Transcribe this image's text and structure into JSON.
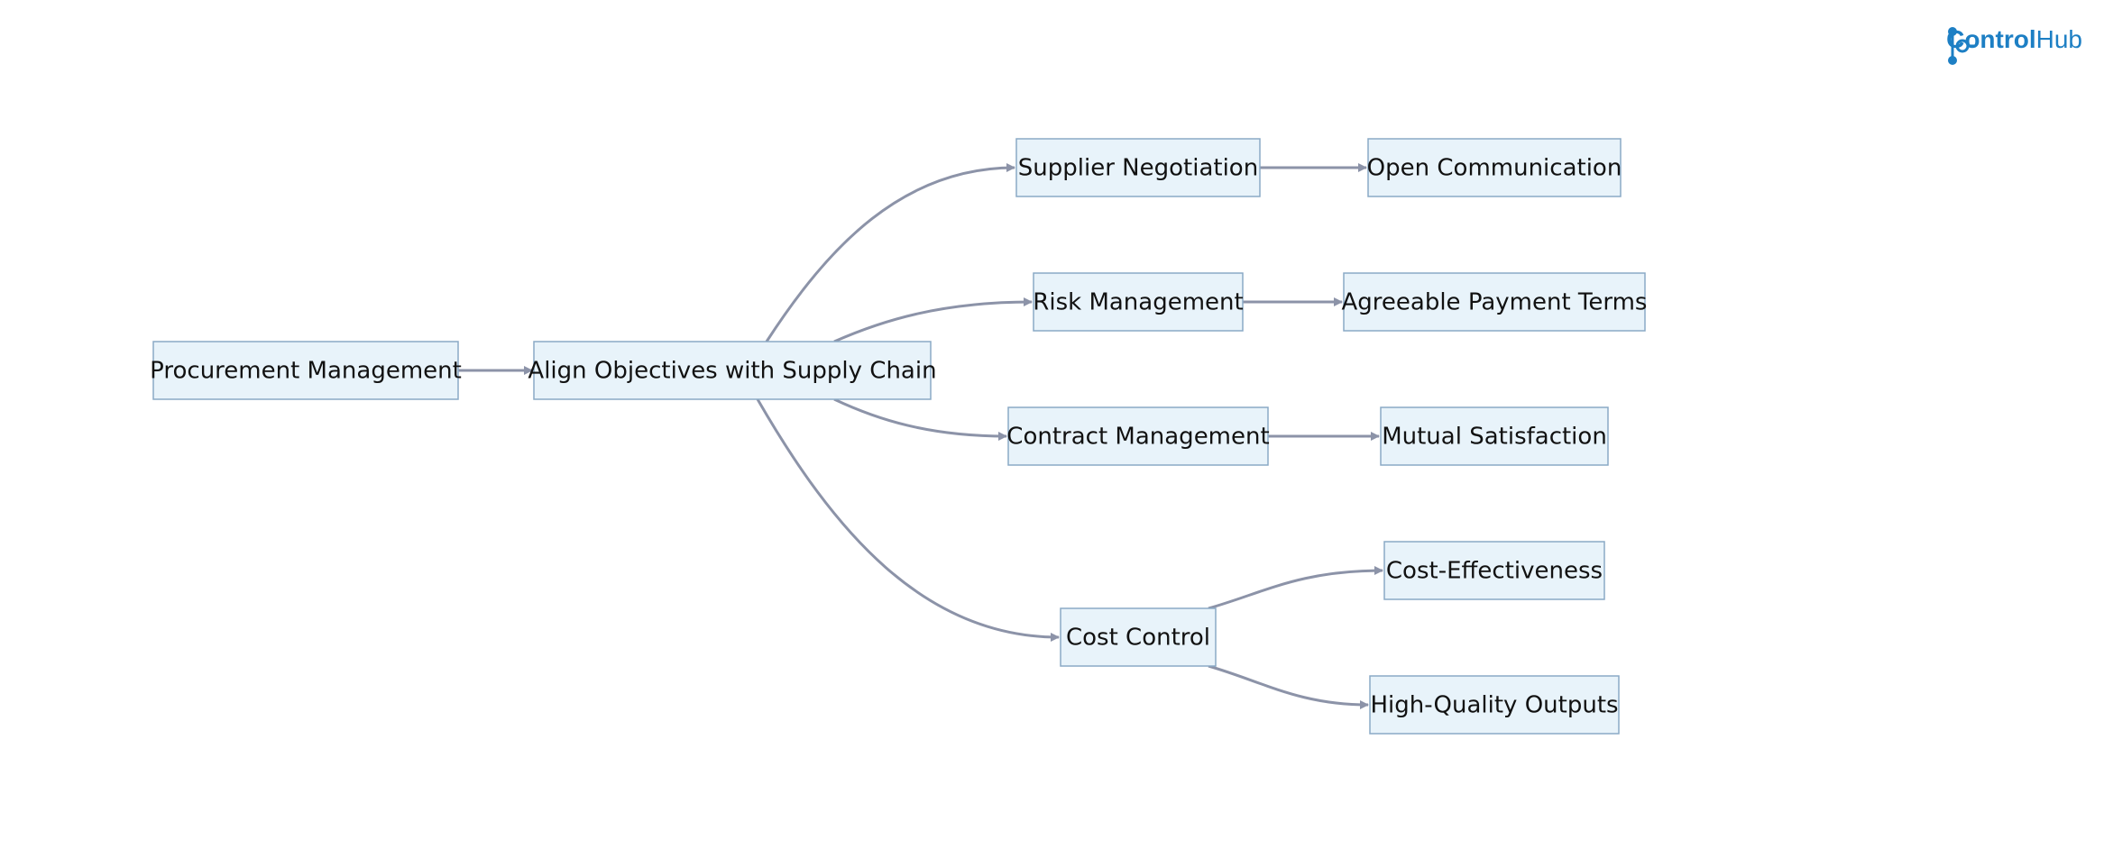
{
  "logo": {
    "part1": "Control",
    "part2": "Hub",
    "icon": "network-hub-icon"
  },
  "colors": {
    "node_fill": "#e8f3fa",
    "node_stroke": "#8aaac6",
    "edge": "#8c93a8",
    "brand": "#1d7fc4"
  },
  "nodes": [
    {
      "id": "procurement",
      "label": "Procurement Management"
    },
    {
      "id": "align",
      "label": "Align Objectives with Supply Chain"
    },
    {
      "id": "supplier",
      "label": "Supplier Negotiation"
    },
    {
      "id": "risk",
      "label": "Risk Management"
    },
    {
      "id": "contract",
      "label": "Contract Management"
    },
    {
      "id": "cost",
      "label": "Cost Control"
    },
    {
      "id": "open",
      "label": "Open Communication"
    },
    {
      "id": "payment",
      "label": "Agreeable Payment Terms"
    },
    {
      "id": "mutual",
      "label": "Mutual Satisfaction"
    },
    {
      "id": "effective",
      "label": "Cost-Effectiveness"
    },
    {
      "id": "quality",
      "label": "High-Quality Outputs"
    }
  ],
  "edges": [
    {
      "from": "procurement",
      "to": "align"
    },
    {
      "from": "align",
      "to": "supplier"
    },
    {
      "from": "align",
      "to": "risk"
    },
    {
      "from": "align",
      "to": "contract"
    },
    {
      "from": "align",
      "to": "cost"
    },
    {
      "from": "supplier",
      "to": "open"
    },
    {
      "from": "risk",
      "to": "payment"
    },
    {
      "from": "contract",
      "to": "mutual"
    },
    {
      "from": "cost",
      "to": "effective"
    },
    {
      "from": "cost",
      "to": "quality"
    }
  ]
}
